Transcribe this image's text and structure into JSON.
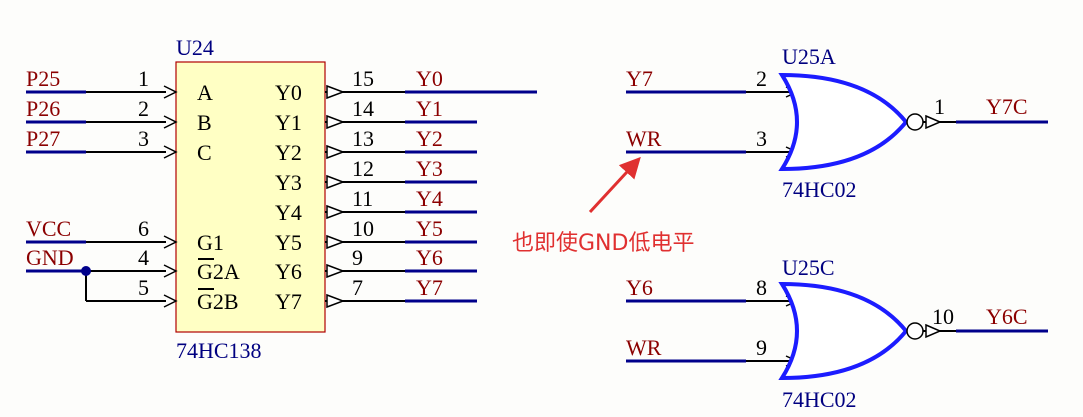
{
  "colors": {
    "wire": "#00008b",
    "net_label": "#8b0000",
    "ref_text": "#000080",
    "chip_fill": "#ffffc4",
    "chip_stroke": "#b00000",
    "gate_stroke": "#1c1cff",
    "pin_line": "#000000",
    "annotation": "#e03030"
  },
  "decoder": {
    "ref": "U24",
    "part": "74HC138",
    "left_pins": [
      {
        "net": "P25",
        "num": "1",
        "name": "A"
      },
      {
        "net": "P26",
        "num": "2",
        "name": "B"
      },
      {
        "net": "P27",
        "num": "3",
        "name": "C"
      },
      {
        "net": "VCC",
        "num": "6",
        "name": "G1"
      },
      {
        "net": "GND",
        "num": "4",
        "name": "G2A"
      },
      {
        "net": "",
        "num": "5",
        "name": "G2B"
      }
    ],
    "right_pins": [
      {
        "name": "Y0",
        "num": "15",
        "net": "Y0"
      },
      {
        "name": "Y1",
        "num": "14",
        "net": "Y1"
      },
      {
        "name": "Y2",
        "num": "13",
        "net": "Y2"
      },
      {
        "name": "Y3",
        "num": "12",
        "net": "Y3"
      },
      {
        "name": "Y4",
        "num": "11",
        "net": "Y4"
      },
      {
        "name": "Y5",
        "num": "10",
        "net": "Y5"
      },
      {
        "name": "Y6",
        "num": "9",
        "net": "Y6"
      },
      {
        "name": "Y7",
        "num": "7",
        "net": "Y7"
      }
    ]
  },
  "gate_a": {
    "ref": "U25A",
    "part": "74HC02",
    "in1_net": "Y7",
    "in1_num": "2",
    "in2_net": "WR",
    "in2_num": "3",
    "out_num": "1",
    "out_net": "Y7C"
  },
  "gate_c": {
    "ref": "U25C",
    "part": "74HC02",
    "in1_net": "Y6",
    "in1_num": "8",
    "in2_net": "WR",
    "in2_num": "9",
    "out_num": "10",
    "out_net": "Y6C"
  },
  "annotation": {
    "text": "也即使GND低电平"
  }
}
